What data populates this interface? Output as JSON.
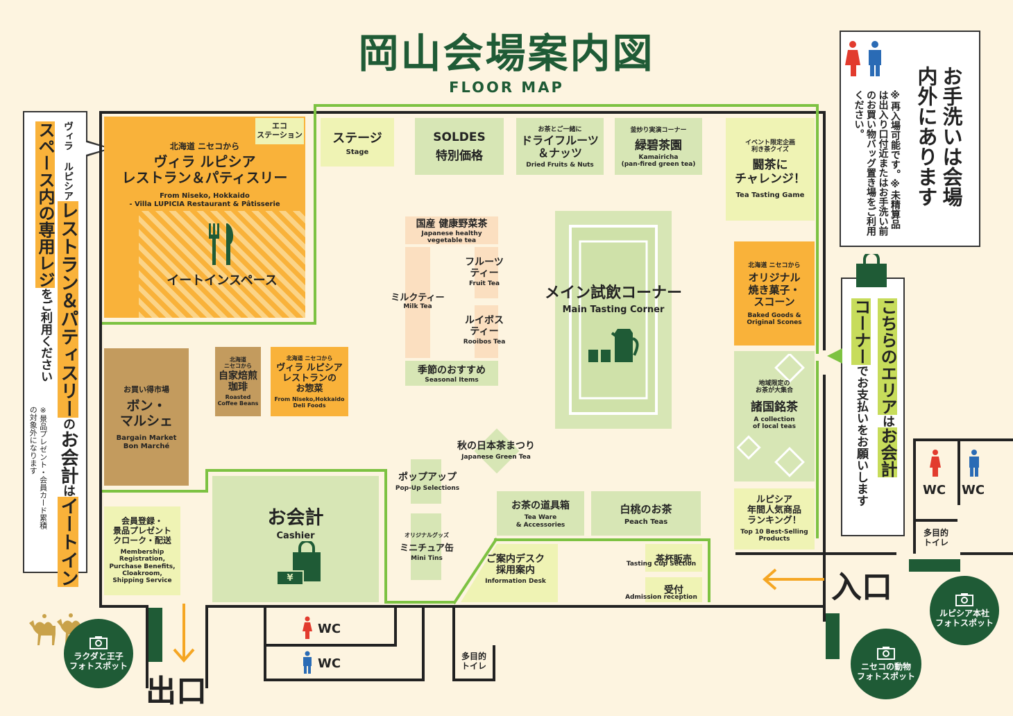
{
  "title": "岡山会場案内図",
  "subtitle": "FLOOR MAP",
  "colors": {
    "accent": "#1f5b36",
    "eat_in": "#f9b23a",
    "retail": "#d7e6b5",
    "path": "#7dc242",
    "background": "#fdf4e0"
  },
  "left_note": {
    "small": "ヴィラ ルピシア",
    "line1_prefix": "スペース内の専用レジ",
    "line1_suffix": "をご利用ください",
    "line2_a": "レストラン＆パティスリー",
    "line2_b": "の",
    "line2_c": "お会計",
    "line2_d": "は",
    "line2_e": "イートイン",
    "footnote": "※景品プレゼント・会員カード累積の対象外になります"
  },
  "right_top_note": {
    "main_a": "お手洗いは会場",
    "main_b": "内外にあります",
    "sub": "※再入場可能です。※未精算品は出入り口付近またはお手洗い前のお買い物バッグ置き場をご利用ください。"
  },
  "right_mid_note": {
    "a1": "こちらのエリア",
    "a2": "は",
    "a3": "お会計",
    "b1": "コーナー",
    "b2": "で",
    "b3": "お支払いをお願いします"
  },
  "areas": {
    "eco_station": "エコ\nステーション",
    "villa_small": "北海道 ニセコから",
    "villa_jp": "ヴィラ ルピシア\nレストラン＆パティスリー",
    "villa_en": "From Niseko, Hokkaido\n- Villa LUPICIA Restaurant & Pâtisserie",
    "eat_in": "イートインスペース",
    "stage_jp": "ステージ",
    "stage_en": "Stage",
    "soldes_en": "SOLDES",
    "soldes_jp": "特別価格",
    "dried_small": "お茶とご一緒に",
    "dried_jp": "ドライフルーツ\n＆ナッツ",
    "dried_en": "Dried Fruits & Nuts",
    "kama_small": "釜炒り実演コーナー",
    "kama_jp": "緑碧茶園",
    "kama_en": "Kamairicha\n(pan-fired green tea)",
    "tea_game_small": "イベント限定企画\n利き茶クイズ",
    "tea_game_jp": "闘茶に\nチャレンジ！",
    "tea_game_en": "Tea Tasting Game",
    "veg_jp": "国産 健康野菜茶",
    "veg_en": "Japanese healthy\nvegetable tea",
    "milk_jp": "ミルクティー",
    "milk_en": "Milk Tea",
    "fruit_jp": "フルーツ\nティー",
    "fruit_en": "Fruit Tea",
    "rooibos_jp": "ルイボス\nティー",
    "rooibos_en": "Rooibos Tea",
    "seasonal_jp": "季節のおすすめ",
    "seasonal_en": "Seasonal Items",
    "main_jp": "メイン試飲コーナー",
    "main_en": "Main Tasting Corner",
    "baked_small": "北海道 ニセコから",
    "baked_jp": "オリジナル\n焼き菓子・\nスコーン",
    "baked_en": "Baked Goods &\nOriginal Scones",
    "local_small": "地域限定の\nお茶が大集合",
    "local_jp": "諸国銘茶",
    "local_en": "A collection\nof local teas",
    "bon_small": "お買い得市場",
    "bon_jp": "ボン・\nマルシェ",
    "bon_en": "Bargain Market\nBon Marché",
    "coffee_small": "北海道\nニセコから",
    "coffee_jp": "自家焙煎\n珈琲",
    "coffee_en": "Roasted\nCoffee Beans",
    "deli_small": "北海道 ニセコから",
    "deli_jp": "ヴィラ ルピシア\nレストランの\nお惣菜",
    "deli_en": "From Niseko,Hokkaido\nDeli Foods",
    "autumn_jp": "秋の日本茶まつり",
    "autumn_en": "Japanese Green Tea",
    "popup_jp": "ポップアップ",
    "popup_en": "Pop-Up Selections",
    "mini_small": "オリジナルグッズ",
    "mini_jp": "ミニチュア缶",
    "mini_en": "Mini Tins",
    "cashier_jp": "お会計",
    "cashier_en": "Cashier",
    "yen": "¥",
    "member_jp": "会員登録・\n景品プレゼント\nクローク・配送",
    "member_en": "Membership\nRegistration,\nPurchase Benefits,\nCloakroom,\nShipping Service",
    "teaware_jp": "お茶の道具箱",
    "teaware_en": "Tea Ware\n& Accessories",
    "peach_jp": "白桃のお茶",
    "peach_en": "Peach Teas",
    "top10_jp": "ルピシア\n年間人気商品\nランキング！",
    "top10_en": "Top 10 Best-Selling\nProducts",
    "info_jp": "ご案内デスク\n採用案内",
    "info_en": "Information Desk",
    "cup_jp": "茶杯販売",
    "cup_en": "Tasting Cup Section",
    "reception_jp": "受付",
    "reception_en": "Admission reception"
  },
  "facilities": {
    "wc": "WC",
    "multi_toilet": "多目的\nトイレ",
    "entrance": "入口",
    "exit": "出口"
  },
  "photo_spots": {
    "camel": "ラクダと王子\nフォトスポット",
    "niseko": "ニセコの動物\nフォトスポット",
    "lupicia": "ルピシア本社\nフォトスポット"
  }
}
